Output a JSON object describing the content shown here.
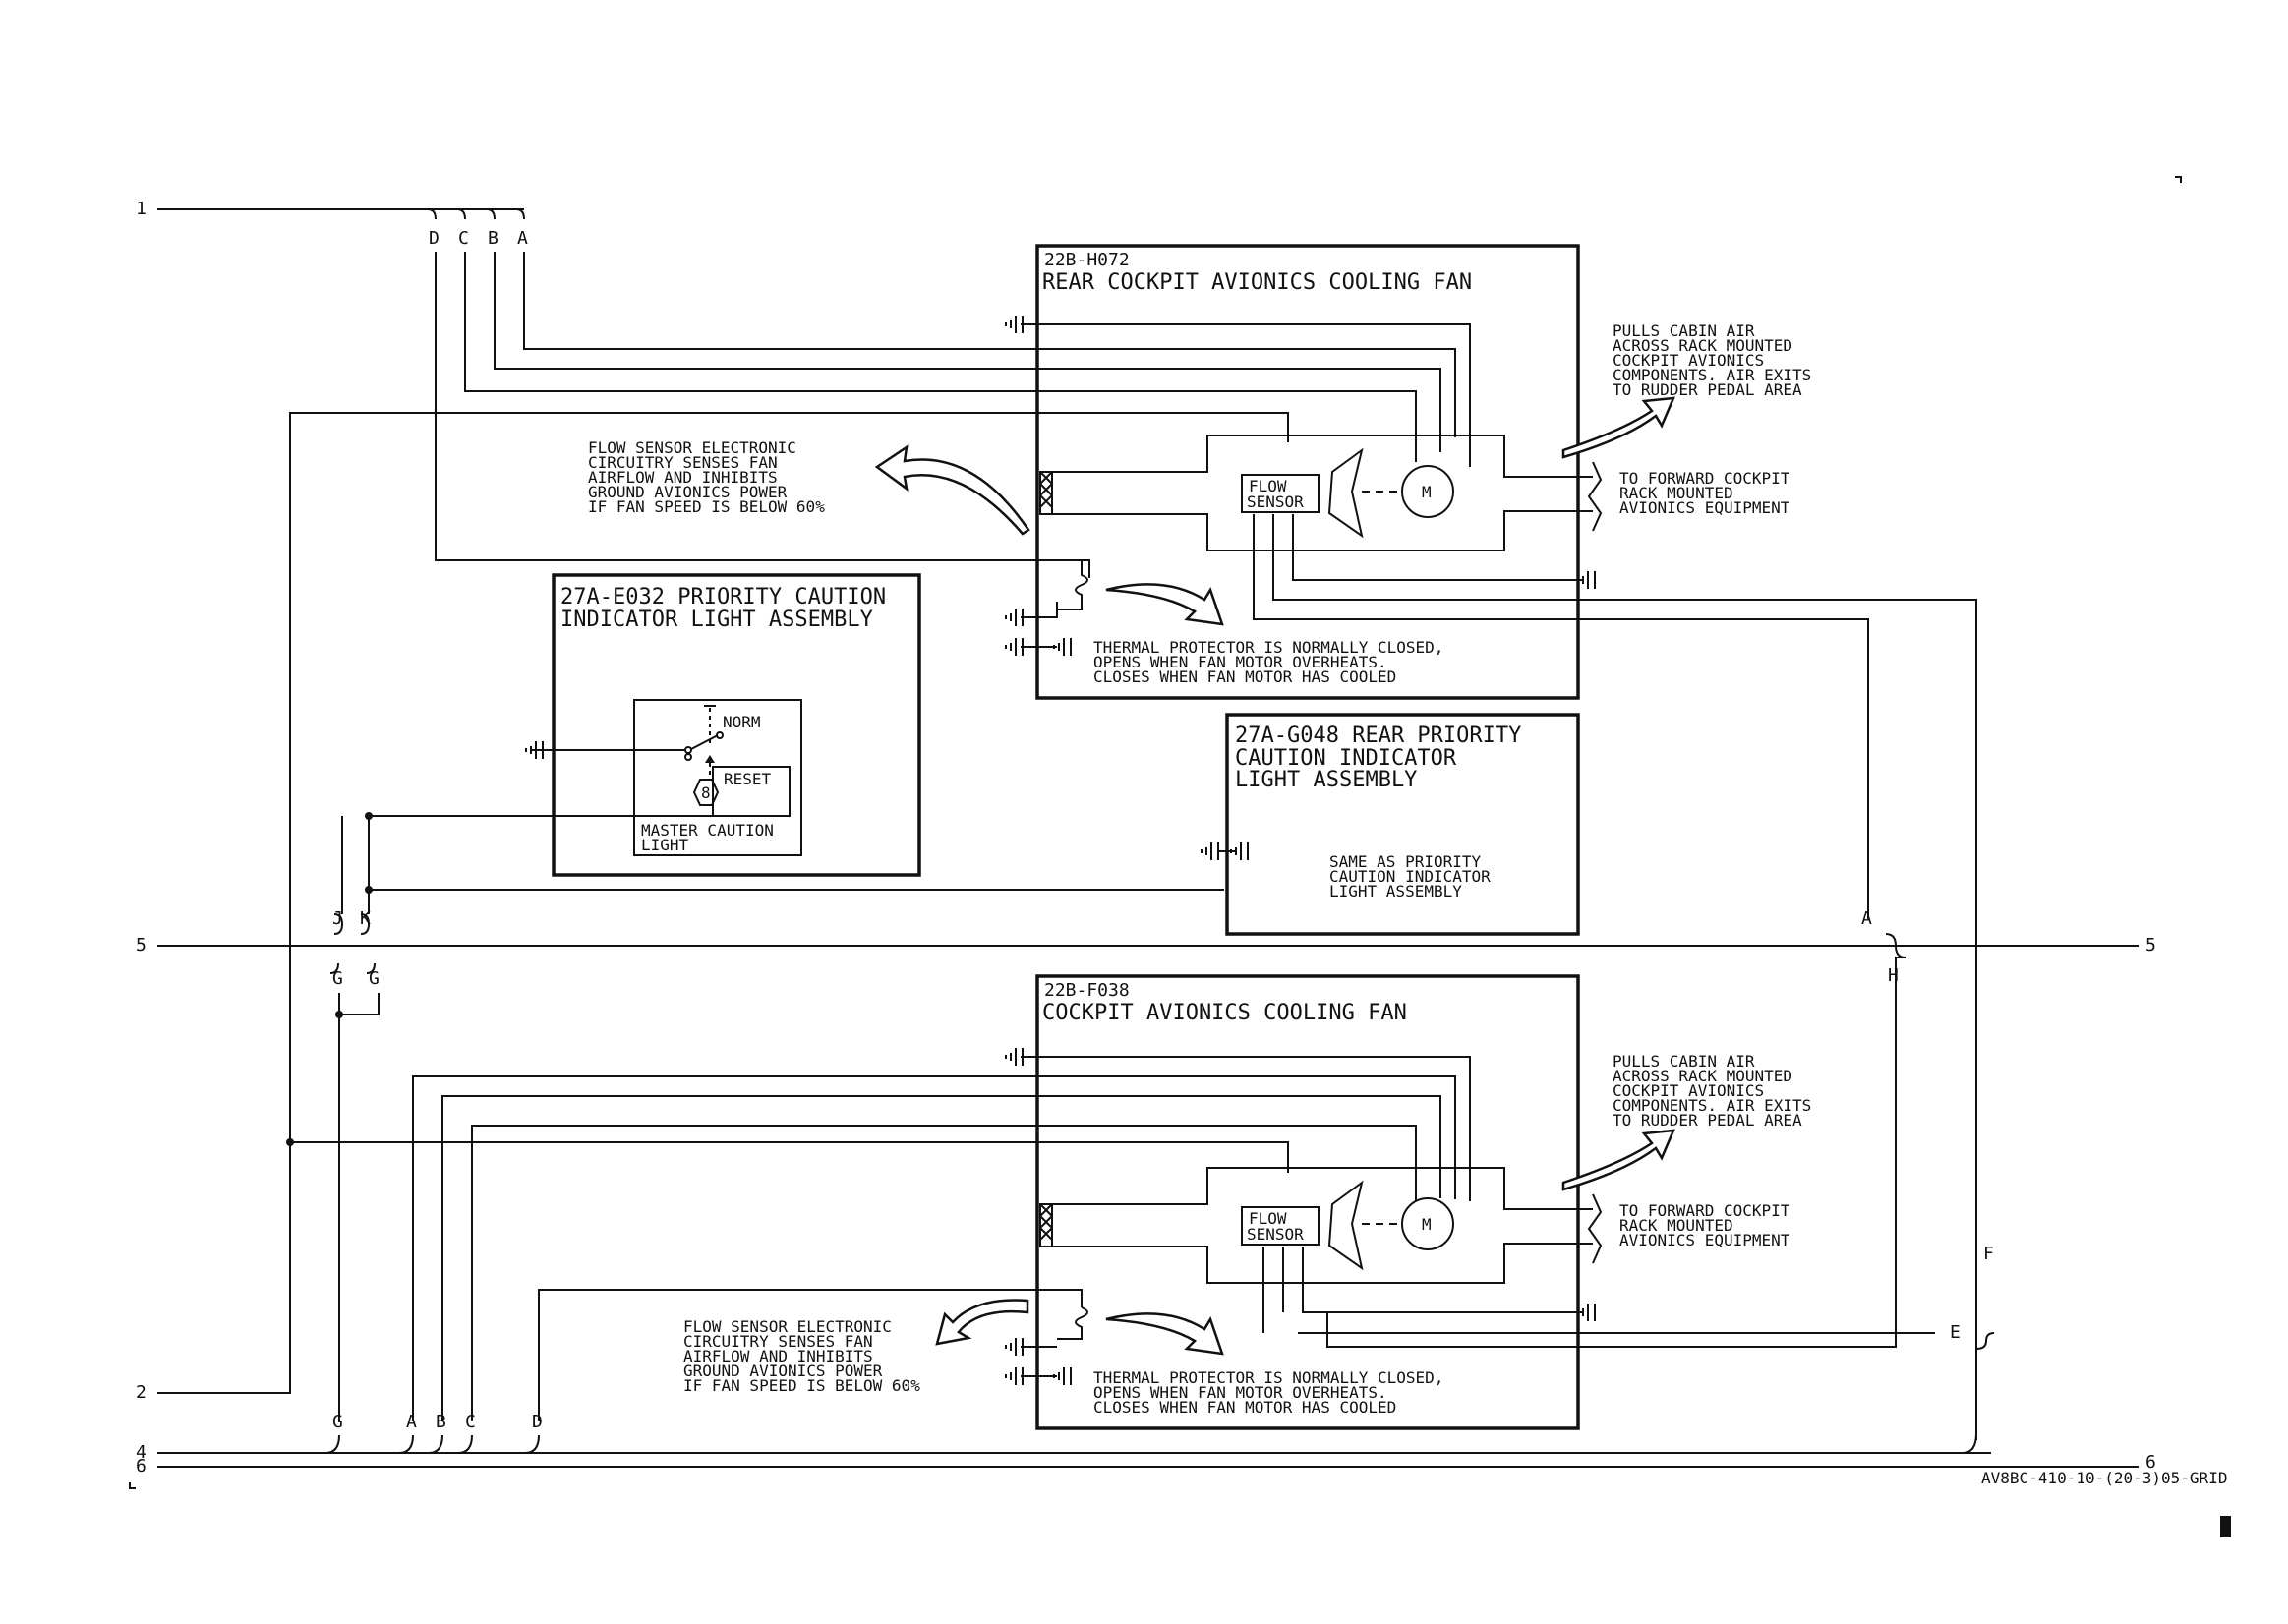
{
  "rear_fan": {
    "ref": "22B-H072",
    "title": "REAR COCKPIT AVIONICS COOLING FAN",
    "flow_sensor_1": "FLOW",
    "flow_sensor_2": "SENSOR",
    "motor": "M",
    "note_pulls": [
      "PULLS CABIN AIR",
      "ACROSS RACK MOUNTED",
      "COCKPIT AVIONICS",
      "COMPONENTS. AIR EXITS",
      "TO RUDDER PEDAL AREA"
    ],
    "note_forward": [
      "TO FORWARD COCKPIT",
      "RACK MOUNTED",
      "AVIONICS EQUIPMENT"
    ],
    "note_flow": [
      "FLOW SENSOR ELECTRONIC",
      "CIRCUITRY SENSES FAN",
      "AIRFLOW AND INHIBITS",
      "GROUND AVIONICS POWER",
      "IF FAN SPEED IS BELOW 60%"
    ],
    "note_thermal": [
      "THERMAL PROTECTOR IS NORMALLY CLOSED,",
      "OPENS WHEN FAN MOTOR OVERHEATS.",
      "CLOSES WHEN FAN MOTOR HAS COOLED"
    ]
  },
  "front_fan": {
    "ref": "22B-F038",
    "title": "COCKPIT AVIONICS COOLING FAN",
    "flow_sensor_1": "FLOW",
    "flow_sensor_2": "SENSOR",
    "motor": "M",
    "note_pulls": [
      "PULLS CABIN AIR",
      "ACROSS RACK MOUNTED",
      "COCKPIT AVIONICS",
      "COMPONENTS. AIR EXITS",
      "TO RUDDER PEDAL AREA"
    ],
    "note_forward": [
      "TO FORWARD COCKPIT",
      "RACK MOUNTED",
      "AVIONICS EQUIPMENT"
    ],
    "note_flow": [
      "FLOW SENSOR ELECTRONIC",
      "CIRCUITRY SENSES FAN",
      "AIRFLOW AND INHIBITS",
      "GROUND AVIONICS POWER",
      "IF FAN SPEED IS BELOW 60%"
    ],
    "note_thermal": [
      "THERMAL PROTECTOR IS NORMALLY CLOSED,",
      "OPENS WHEN FAN MOTOR OVERHEATS.",
      "CLOSES WHEN FAN MOTOR HAS COOLED"
    ]
  },
  "priority_light": {
    "title_1": "27A-E032 PRIORITY CAUTION",
    "title_2": "INDICATOR LIGHT ASSEMBLY",
    "norm": "NORM",
    "reset": "RESET",
    "bulb": "8",
    "master_1": "MASTER CAUTION",
    "master_2": "LIGHT"
  },
  "rear_priority_light": {
    "title_1": "27A-G048 REAR PRIORITY",
    "title_2": "CAUTION INDICATOR",
    "title_3": "LIGHT ASSEMBLY",
    "note": [
      "SAME AS PRIORITY",
      "CAUTION INDICATOR",
      "LIGHT ASSEMBLY"
    ]
  },
  "connectors": {
    "top": [
      "D",
      "C",
      "B",
      "A"
    ],
    "bottom": [
      "G",
      "A",
      "B",
      "C",
      "D"
    ],
    "j": "J",
    "k": "K",
    "g1": "G",
    "g2": "G",
    "a_right": "A",
    "h_right": "H",
    "e_right": "E",
    "f_right": "F"
  },
  "lines": {
    "l1": "1",
    "l2": "2",
    "l4": "4",
    "l5_left": "5",
    "l5_right": "5",
    "l6_left": "6",
    "l6_right": "6"
  },
  "drawing_id": "AV8BC-410-10-(20-3)05-GRID"
}
